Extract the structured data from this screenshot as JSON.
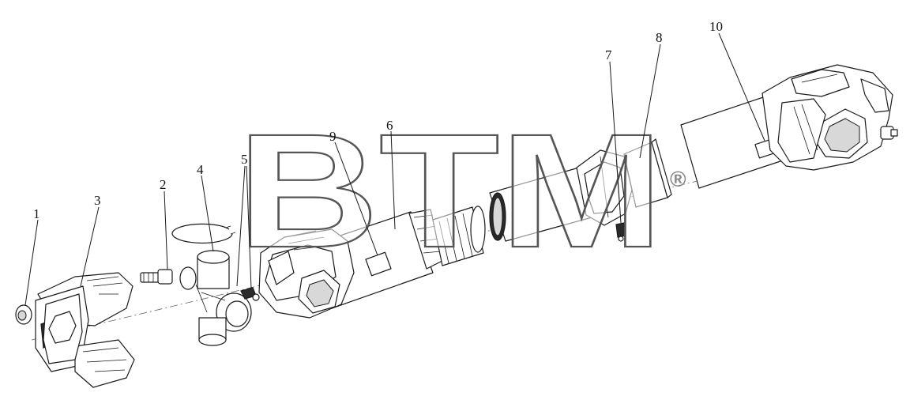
{
  "watermark": {
    "text": "BTM",
    "registered_mark": "®"
  },
  "callouts": [
    {
      "id": "callout-1",
      "label": "1"
    },
    {
      "id": "callout-2",
      "label": "2"
    },
    {
      "id": "callout-3",
      "label": "3"
    },
    {
      "id": "callout-4",
      "label": "4"
    },
    {
      "id": "callout-5",
      "label": "5"
    },
    {
      "id": "callout-6",
      "label": "6"
    },
    {
      "id": "callout-7",
      "label": "7"
    },
    {
      "id": "callout-8",
      "label": "8"
    },
    {
      "id": "callout-9",
      "label": "9"
    },
    {
      "id": "callout-10",
      "label": "10"
    }
  ]
}
